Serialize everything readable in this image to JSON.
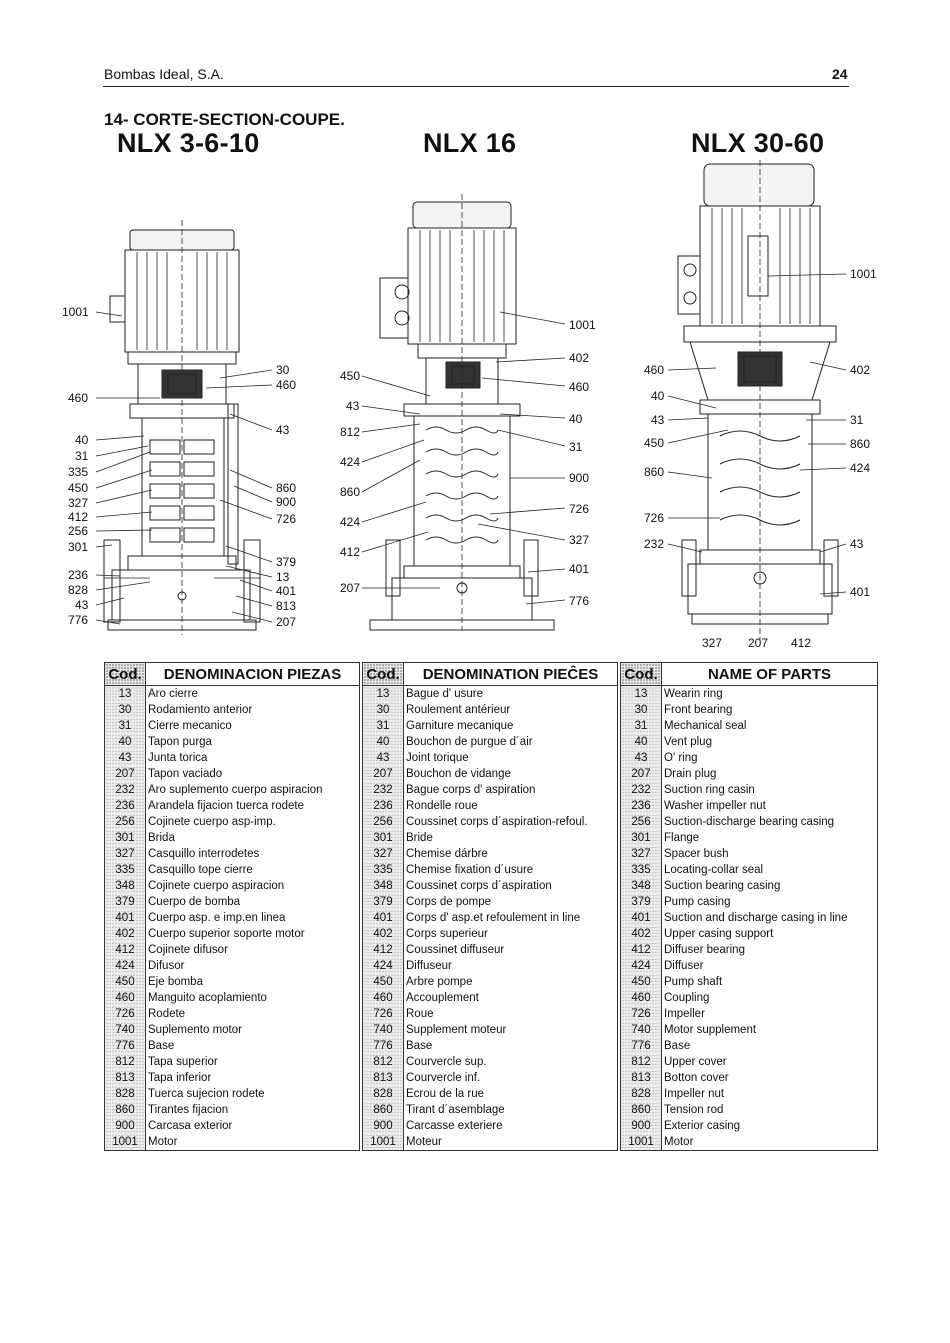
{
  "header": {
    "company": "Bombas Ideal, S.A.",
    "page_number": "24"
  },
  "section_title": "14- CORTE-SECTION-COUPE.",
  "models": [
    "NLX 3-6-10",
    "NLX 16",
    "NLX 30-60"
  ],
  "callouts": {
    "nlx_3_6_10": [
      "1001",
      "460",
      "40",
      "31",
      "335",
      "450",
      "327",
      "412",
      "256",
      "301",
      "236",
      "828",
      "43",
      "776",
      "30",
      "460",
      "43",
      "860",
      "900",
      "726",
      "379",
      "13",
      "401",
      "813",
      "207"
    ],
    "nlx_16": [
      "450",
      "43",
      "812",
      "424",
      "860",
      "424",
      "412",
      "207",
      "1001",
      "402",
      "460",
      "40",
      "31",
      "900",
      "726",
      "327",
      "401",
      "776"
    ],
    "nlx_30_60": [
      "1001",
      "460",
      "40",
      "43",
      "450",
      "860",
      "726",
      "232",
      "402",
      "31",
      "860",
      "424",
      "43",
      "401",
      "327",
      "207",
      "412"
    ]
  },
  "tables": [
    {
      "code_header": "Cod.",
      "name_header": "DENOMINACION PIEZAS",
      "rows": [
        {
          "code": "13",
          "name": "Aro cierre"
        },
        {
          "code": "30",
          "name": "Rodamiento anterior"
        },
        {
          "code": "31",
          "name": "Cierre mecanico"
        },
        {
          "code": "40",
          "name": "Tapon purga"
        },
        {
          "code": "43",
          "name": "Junta torica"
        },
        {
          "code": "207",
          "name": "Tapon vaciado"
        },
        {
          "code": "232",
          "name": "Aro suplemento cuerpo aspiracion"
        },
        {
          "code": "236",
          "name": "Arandela fijacion tuerca rodete"
        },
        {
          "code": "256",
          "name": "Cojinete cuerpo asp-imp."
        },
        {
          "code": "301",
          "name": "Brida"
        },
        {
          "code": "327",
          "name": "Casquillo interrodetes"
        },
        {
          "code": "335",
          "name": "Casquillo tope cierre"
        },
        {
          "code": "348",
          "name": "Cojinete cuerpo aspiracion"
        },
        {
          "code": "379",
          "name": "Cuerpo de bomba"
        },
        {
          "code": "401",
          "name": "Cuerpo asp. e imp.en linea"
        },
        {
          "code": "402",
          "name": "Cuerpo superior soporte motor"
        },
        {
          "code": "412",
          "name": "Cojinete difusor"
        },
        {
          "code": "424",
          "name": "Difusor"
        },
        {
          "code": "450",
          "name": "Eje bomba"
        },
        {
          "code": "460",
          "name": "Manguito acoplamiento"
        },
        {
          "code": "726",
          "name": "Rodete"
        },
        {
          "code": "740",
          "name": "Suplemento motor"
        },
        {
          "code": "776",
          "name": "Base"
        },
        {
          "code": "812",
          "name": "Tapa superior"
        },
        {
          "code": "813",
          "name": "Tapa inferior"
        },
        {
          "code": "828",
          "name": "Tuerca sujecion rodete"
        },
        {
          "code": "860",
          "name": "Tirantes fijacion"
        },
        {
          "code": "900",
          "name": "Carcasa exterior"
        },
        {
          "code": "1001",
          "name": "Motor"
        }
      ]
    },
    {
      "code_header": "Cod.",
      "name_header": "DENOMINATION PIEĈES",
      "rows": [
        {
          "code": "13",
          "name": "Bague d' usure"
        },
        {
          "code": "30",
          "name": "Roulement antérieur"
        },
        {
          "code": "31",
          "name": "Garniture mecanique"
        },
        {
          "code": "40",
          "name": "Bouchon de purgue d´air"
        },
        {
          "code": "43",
          "name": "Joint torique"
        },
        {
          "code": "207",
          "name": "Bouchon de vidange"
        },
        {
          "code": "232",
          "name": "Bague corps d' aspiration"
        },
        {
          "code": "236",
          "name": "Rondelle roue"
        },
        {
          "code": "256",
          "name": "Coussinet corps d´aspiration-refoul."
        },
        {
          "code": "301",
          "name": "Bride"
        },
        {
          "code": "327",
          "name": "Chemise dárbre"
        },
        {
          "code": "335",
          "name": "Chemise fixation d´usure"
        },
        {
          "code": "348",
          "name": "Coussinet corps d´aspiration"
        },
        {
          "code": "379",
          "name": "Corps de pompe"
        },
        {
          "code": "401",
          "name": "Corps d' asp.et refoulement in line"
        },
        {
          "code": "402",
          "name": "Corps superieur"
        },
        {
          "code": "412",
          "name": "Coussinet diffuseur"
        },
        {
          "code": "424",
          "name": "Diffuseur"
        },
        {
          "code": "450",
          "name": "Arbre pompe"
        },
        {
          "code": "460",
          "name": "Accouplement"
        },
        {
          "code": "726",
          "name": "Roue"
        },
        {
          "code": "740",
          "name": "Supplement moteur"
        },
        {
          "code": "776",
          "name": "Base"
        },
        {
          "code": "812",
          "name": "Courvercle sup."
        },
        {
          "code": "813",
          "name": "Courvercle inf."
        },
        {
          "code": "828",
          "name": "Ecrou de la rue"
        },
        {
          "code": "860",
          "name": "Tirant d´asemblage"
        },
        {
          "code": "900",
          "name": "Carcasse exteriere"
        },
        {
          "code": "1001",
          "name": "Moteur"
        }
      ]
    },
    {
      "code_header": "Cod.",
      "name_header": "NAME OF PARTS",
      "rows": [
        {
          "code": "13",
          "name": "Wearin ring"
        },
        {
          "code": "30",
          "name": "Front bearing"
        },
        {
          "code": "31",
          "name": "Mechanical seal"
        },
        {
          "code": "40",
          "name": "Vent plug"
        },
        {
          "code": "43",
          "name": "O' ring"
        },
        {
          "code": "207",
          "name": "Drain plug"
        },
        {
          "code": "232",
          "name": "Suction ring casin"
        },
        {
          "code": "236",
          "name": "Washer impeller nut"
        },
        {
          "code": "256",
          "name": "Suction-discharge bearing casing"
        },
        {
          "code": "301",
          "name": "Flange"
        },
        {
          "code": "327",
          "name": "Spacer bush"
        },
        {
          "code": "335",
          "name": "Locating-collar seal"
        },
        {
          "code": "348",
          "name": "Suction bearing casing"
        },
        {
          "code": "379",
          "name": "Pump casing"
        },
        {
          "code": "401",
          "name": "Suction and discharge casing in line"
        },
        {
          "code": "402",
          "name": "Upper casing support"
        },
        {
          "code": "412",
          "name": "Diffuser bearing"
        },
        {
          "code": "424",
          "name": "Diffuser"
        },
        {
          "code": "450",
          "name": "Pump shaft"
        },
        {
          "code": "460",
          "name": "Coupling"
        },
        {
          "code": "726",
          "name": "Impeller"
        },
        {
          "code": "740",
          "name": "Motor supplement"
        },
        {
          "code": "776",
          "name": "Base"
        },
        {
          "code": "812",
          "name": "Upper cover"
        },
        {
          "code": "813",
          "name": "Botton cover"
        },
        {
          "code": "828",
          "name": "Impeller nut"
        },
        {
          "code": "860",
          "name": "Tension rod"
        },
        {
          "code": "900",
          "name": "Exterior casing"
        },
        {
          "code": "1001",
          "name": "Motor"
        }
      ]
    }
  ]
}
